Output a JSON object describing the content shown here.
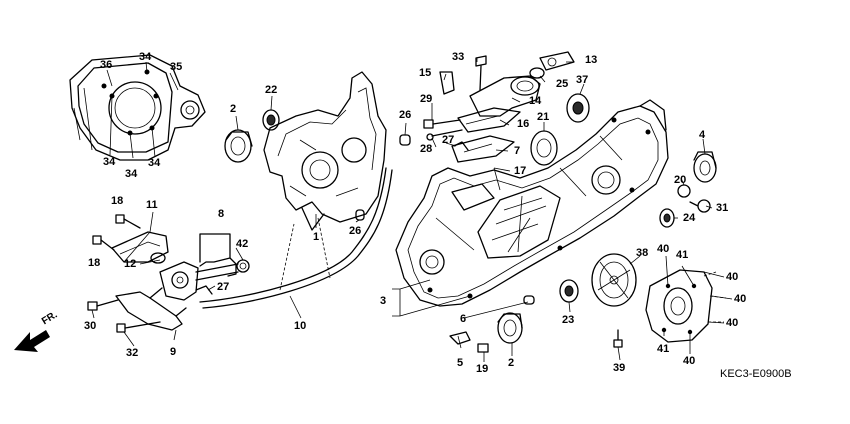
{
  "diagram": {
    "code": "KEC3-E0900B",
    "direction_label": "FR.",
    "callouts": [
      {
        "id": "c2a",
        "text": "2"
      },
      {
        "id": "c2b",
        "text": "2"
      },
      {
        "id": "c3",
        "text": "3"
      },
      {
        "id": "c4",
        "text": "4"
      },
      {
        "id": "c5",
        "text": "5"
      },
      {
        "id": "c6",
        "text": "6"
      },
      {
        "id": "c7",
        "text": "7"
      },
      {
        "id": "c8",
        "text": "8"
      },
      {
        "id": "c9",
        "text": "9"
      },
      {
        "id": "c10",
        "text": "10"
      },
      {
        "id": "c11",
        "text": "11"
      },
      {
        "id": "c12",
        "text": "12"
      },
      {
        "id": "c13",
        "text": "13"
      },
      {
        "id": "c14",
        "text": "14"
      },
      {
        "id": "c15",
        "text": "15"
      },
      {
        "id": "c16",
        "text": "16"
      },
      {
        "id": "c17",
        "text": "17"
      },
      {
        "id": "c18a",
        "text": "18"
      },
      {
        "id": "c18b",
        "text": "18"
      },
      {
        "id": "c19",
        "text": "19"
      },
      {
        "id": "c20",
        "text": "20"
      },
      {
        "id": "c21",
        "text": "21"
      },
      {
        "id": "c22",
        "text": "22"
      },
      {
        "id": "c23",
        "text": "23"
      },
      {
        "id": "c24",
        "text": "24"
      },
      {
        "id": "c25",
        "text": "25"
      },
      {
        "id": "c26a",
        "text": "26"
      },
      {
        "id": "c26b",
        "text": "26"
      },
      {
        "id": "c27a",
        "text": "27"
      },
      {
        "id": "c27b",
        "text": "27"
      },
      {
        "id": "c28",
        "text": "28"
      },
      {
        "id": "c29",
        "text": "29"
      },
      {
        "id": "c30",
        "text": "30"
      },
      {
        "id": "c31",
        "text": "31"
      },
      {
        "id": "c32",
        "text": "32"
      },
      {
        "id": "c33",
        "text": "33"
      },
      {
        "id": "c34a",
        "text": "34"
      },
      {
        "id": "c34b",
        "text": "34"
      },
      {
        "id": "c34c",
        "text": "34"
      },
      {
        "id": "c34d",
        "text": "34"
      },
      {
        "id": "c35",
        "text": "35"
      },
      {
        "id": "c36",
        "text": "36"
      },
      {
        "id": "c37",
        "text": "37"
      },
      {
        "id": "c38",
        "text": "38"
      },
      {
        "id": "c39",
        "text": "39"
      },
      {
        "id": "c40a",
        "text": "40"
      },
      {
        "id": "c40b",
        "text": "40"
      },
      {
        "id": "c40c",
        "text": "40"
      },
      {
        "id": "c40d",
        "text": "40"
      },
      {
        "id": "c40e",
        "text": "40"
      },
      {
        "id": "c41a",
        "text": "41"
      },
      {
        "id": "c41b",
        "text": "41"
      },
      {
        "id": "c42",
        "text": "42"
      },
      {
        "id": "c1",
        "text": "1"
      }
    ]
  }
}
